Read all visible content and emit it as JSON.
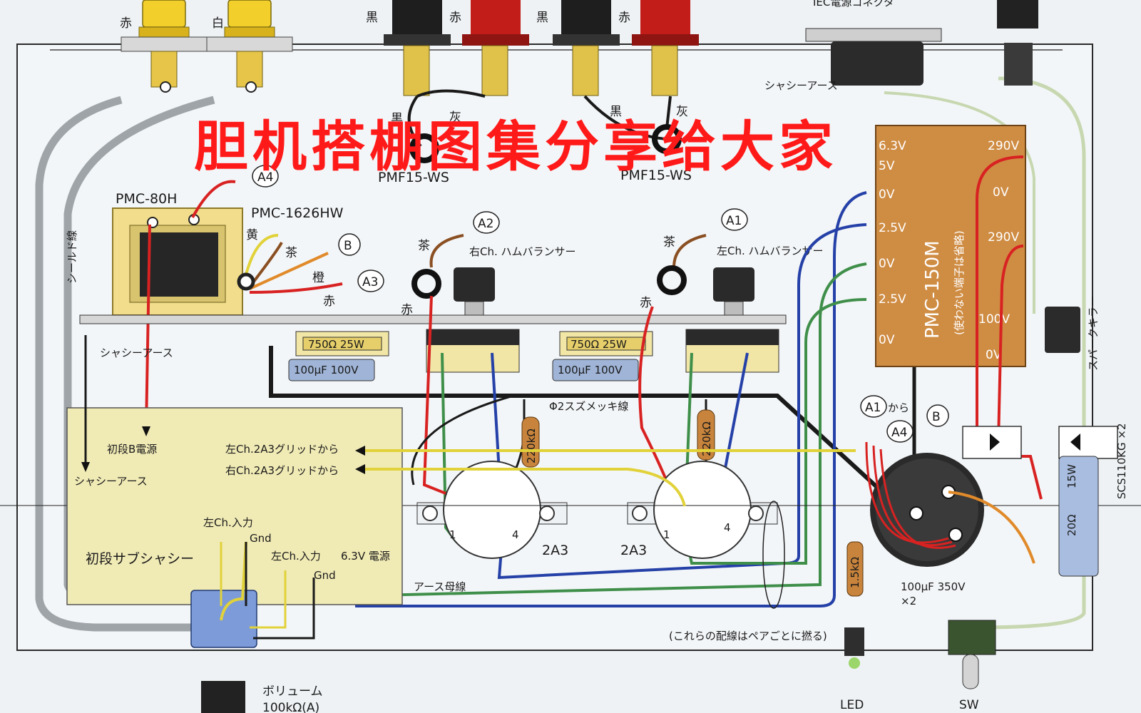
{
  "overlay_title": "胆机搭棚图集分享给大家",
  "connectors": {
    "rca_red": "赤",
    "rca_white": "白",
    "sp_black_1": "黒",
    "sp_red_1": "赤",
    "sp_black_2": "黒",
    "sp_red_2": "赤",
    "iec_label": "IEC電源コネクタ",
    "chassis_earth_top": "シャシーアース"
  },
  "speaker_terminals": {
    "label_left": "PMF15-WS",
    "label_right": "PMF15-WS",
    "kuro_left": "黒",
    "hai_left": "灰",
    "kuro_right": "黒",
    "hai_right": "灰"
  },
  "markers": {
    "a1": "A1",
    "a2": "A2",
    "a3": "A3",
    "a4": "A4",
    "b": "B",
    "a1_from": "A1",
    "a1_from_suffix": "から",
    "a4_from": "A4",
    "b_right": "B"
  },
  "transformers": {
    "pmc80h": "PMC-80H",
    "pmc1626hw": "PMC-1626HW",
    "wire_yellow": "黄",
    "wire_brown": "茶",
    "wire_orange": "橙",
    "wire_red": "赤",
    "pmc150m": "PMC-150M",
    "pmc150m_note": "(使わない端子は省略)",
    "left_terms": [
      "6.3V",
      "5V",
      "0V",
      "2.5V",
      "0V",
      "2.5V",
      "0V"
    ],
    "right_terms": [
      "290V",
      "0V",
      "290V",
      "100V",
      "0V"
    ]
  },
  "hum_balancers": {
    "right_ch": "右Ch. ハムバランサー",
    "left_ch": "左Ch. ハムバランサー",
    "brown_right": "茶",
    "brown_left": "茶",
    "red_right": "赤",
    "red_left": "赤"
  },
  "components": {
    "resistor_750_a": "750Ω 25W",
    "resistor_750_b": "750Ω 25W",
    "cap_100u_a": "100μF 100V",
    "cap_100u_b": "100μF 100V",
    "res_220k_a": "220kΩ",
    "res_220k_b": "220kΩ",
    "tinned_wire": "Φ2スズメッキ線",
    "tube_left": "2A3",
    "tube_right": "2A3",
    "pin1": "1",
    "pin4": "4",
    "cap_350v": "100μF 350V",
    "cap_350v_qty": "×2",
    "res_15k": "1.5kΩ",
    "res_20": "20Ω",
    "res_20_w": "15W",
    "spark_killer": "スパークキラー",
    "diode_part": "SCS110KG ×2",
    "led": "LED",
    "sw": "SW",
    "volume": "ボリューム",
    "volume_val": "100kΩ(A)"
  },
  "shield": {
    "shield_wire": "シールド線",
    "chassis_earth_left": "シャシーアース"
  },
  "sub_chassis": {
    "b_supply": "初段B電源",
    "chassis_earth": "シャシーアース",
    "left_grid": "左Ch.2A3グリッドから",
    "right_grid": "右Ch.2A3グリッドから",
    "title": "初段サブシャシー",
    "left_in_top": "左Ch.入力",
    "gnd_top": "Gnd",
    "left_in_2": "左Ch.入力",
    "gnd_2": "Gnd",
    "heater_supply": "6.3V 電源",
    "earth_bus": "アース母線"
  },
  "notes": {
    "twist_note": "(これらの配線はペアごとに撚る)"
  }
}
